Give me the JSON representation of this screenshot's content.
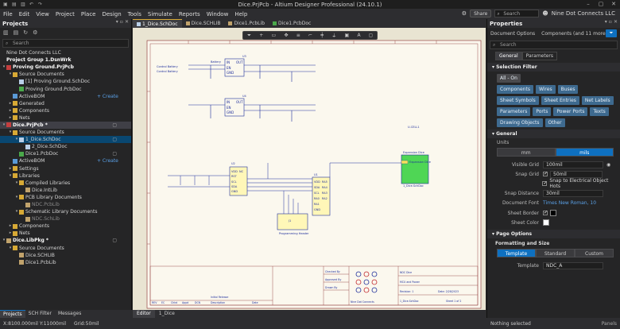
{
  "window": {
    "title": "Dice.PrjPcb - Altium Designer Professional (24.10.1)"
  },
  "menu": [
    "File",
    "Edit",
    "View",
    "Project",
    "Place",
    "Design",
    "Tools",
    "Simulate",
    "Reports",
    "Window",
    "Help"
  ],
  "topbar": {
    "share": "Share",
    "search": "Search",
    "org": "Nine Dot Connects LLC"
  },
  "projects": {
    "title": "Projects",
    "search_placeholder": "Search",
    "tree": [
      {
        "label": "Nine Dot Connects LLC",
        "level": 0,
        "icon": "",
        "tw": "",
        "style": ""
      },
      {
        "label": "Project Group 1.DsnWrk",
        "level": 0,
        "icon": "",
        "tw": "",
        "style": "bold"
      },
      {
        "label": "Proving Ground.PrjPcb",
        "level": 0,
        "icon": "proj",
        "tw": "▾",
        "style": "bold"
      },
      {
        "label": "Source Documents",
        "level": 1,
        "icon": "folder",
        "tw": "▾",
        "style": ""
      },
      {
        "label": "[1] Proving Ground.SchDoc",
        "level": 2,
        "icon": "doc",
        "tw": "",
        "style": ""
      },
      {
        "label": "Proving Ground.PcbDoc",
        "level": 2,
        "icon": "pcb",
        "tw": "",
        "style": ""
      },
      {
        "label": "ActiveBOM",
        "level": 1,
        "icon": "bom",
        "tw": "",
        "style": "",
        "create": "+ Create"
      },
      {
        "label": "Generated",
        "level": 1,
        "icon": "folder",
        "tw": "▸",
        "style": ""
      },
      {
        "label": "Components",
        "level": 1,
        "icon": "folder",
        "tw": "▸",
        "style": ""
      },
      {
        "label": "Nets",
        "level": 1,
        "icon": "folder",
        "tw": "▸",
        "style": ""
      },
      {
        "label": "Dice.PrjPcb *",
        "level": 0,
        "icon": "proj",
        "tw": "▾",
        "style": "bold sel",
        "marker": "▢"
      },
      {
        "label": "Source Documents",
        "level": 1,
        "icon": "folder",
        "tw": "▾",
        "style": ""
      },
      {
        "label": "1_Dice.SchDoc",
        "level": 2,
        "icon": "doc",
        "tw": "▾",
        "style": "hl",
        "marker": "▢"
      },
      {
        "label": "2_Dice.SchDoc",
        "level": 3,
        "icon": "doc",
        "tw": "",
        "style": ""
      },
      {
        "label": "Dice1.PcbDoc",
        "level": 2,
        "icon": "pcb",
        "tw": "",
        "style": "",
        "marker": "▢"
      },
      {
        "label": "ActiveBOM",
        "level": 1,
        "icon": "bom",
        "tw": "",
        "style": "",
        "create": "+ Create"
      },
      {
        "label": "Settings",
        "level": 1,
        "icon": "folder",
        "tw": "▸",
        "style": ""
      },
      {
        "label": "Libraries",
        "level": 1,
        "icon": "folder",
        "tw": "▾",
        "style": ""
      },
      {
        "label": "Compiled Libraries",
        "level": 2,
        "icon": "folder",
        "tw": "▾",
        "style": ""
      },
      {
        "label": "Dice.IntLib",
        "level": 3,
        "icon": "lib",
        "tw": "",
        "style": ""
      },
      {
        "label": "PCB Library Documents",
        "level": 2,
        "icon": "folder",
        "tw": "▾",
        "style": ""
      },
      {
        "label": "NDC.PcbLib",
        "level": 3,
        "icon": "lib",
        "tw": "",
        "style": "dim"
      },
      {
        "label": "Schematic Library Documents",
        "level": 2,
        "icon": "folder",
        "tw": "▾",
        "style": ""
      },
      {
        "label": "NDC.SchLib",
        "level": 3,
        "icon": "lib",
        "tw": "",
        "style": "dim"
      },
      {
        "label": "Components",
        "level": 1,
        "icon": "folder",
        "tw": "▸",
        "style": ""
      },
      {
        "label": "Nets",
        "level": 1,
        "icon": "folder",
        "tw": "▸",
        "style": ""
      },
      {
        "label": "Dice.LibPkg *",
        "level": 0,
        "icon": "lib",
        "tw": "▾",
        "style": "bold",
        "marker": "▢"
      },
      {
        "label": "Source Documents",
        "level": 1,
        "icon": "folder",
        "tw": "▾",
        "style": ""
      },
      {
        "label": "Dice.SCHLIB",
        "level": 2,
        "icon": "lib",
        "tw": "",
        "style": ""
      },
      {
        "label": "Dice1.PcbLib",
        "level": 2,
        "icon": "lib",
        "tw": "",
        "style": ""
      }
    ],
    "bottom_tabs": [
      "Projects",
      "SCH Filter",
      "Messages"
    ]
  },
  "doc_tabs": [
    "1_Dice.SchDoc",
    "Dice.SCHLIB",
    "Dice1.PcbLib",
    "Dice1.PcbDoc"
  ],
  "editor_tabs": [
    "Editor",
    "1_Dice"
  ],
  "schematic": {
    "labels": {
      "u3": "U3",
      "u4": "U4",
      "u2": "U2",
      "u1": "U1",
      "battery": "Battery",
      "ctrl1": "Control Battery",
      "ctrl2": "Control Battery",
      "prog_header": "Programming Header",
      "ucell": "U-CELL1",
      "expansion": "Expansion Dice",
      "sheet_name": "1_Dice.SchDoc",
      "sheet_title": "Expansion Dice",
      "j1": "J1",
      "title_block": {
        "project": "NDC Dice",
        "title": "MCU and Power",
        "file": "1_Dice.SchDoc",
        "company": "Nine Dot Connects",
        "revision": "Revision: 1",
        "date": "Date: 2/28/2023",
        "sheet": "Sheet 1 of 2",
        "initial": "Initial Release",
        "checkedby": "Checked By",
        "approvedby": "Approved By",
        "drawn": "Drawn By",
        "rev_cols": [
          "REV",
          "EC",
          "Chkd",
          "Appd",
          "DCN",
          "Description",
          "Date"
        ]
      }
    }
  },
  "properties": {
    "title": "Properties",
    "doc_options": "Document Options",
    "components": "Components (and 11 more)",
    "search": "Search",
    "tabs": [
      "General",
      "Parameters"
    ],
    "selection_filter": "Selection Filter",
    "filter_chips": [
      "All - On",
      "Components",
      "Wires",
      "Buses",
      "Sheet Symbols",
      "Sheet Entries",
      "Net Labels",
      "Parameters",
      "Ports",
      "Power Ports",
      "Texts",
      "Drawing Objects",
      "Other"
    ],
    "general": "General",
    "units_label": "Units",
    "units": [
      "mm",
      "mils"
    ],
    "visible_grid_label": "Visible Grid",
    "visible_grid": "100mil",
    "snap_grid_label": "Snap Grid",
    "snap_grid": "50mil",
    "snap_electrical": "Snap to Electrical Object Hots",
    "snap_distance_label": "Snap Distance",
    "snap_distance": "30mil",
    "doc_font_label": "Document Font",
    "doc_font": "Times New Roman, 10",
    "sheet_border_label": "Sheet Border",
    "sheet_color_label": "Sheet Color",
    "page_options": "Page Options",
    "format_size": "Formatting and Size",
    "format_tabs": [
      "Template",
      "Standard",
      "Custom"
    ],
    "template_label": "Template",
    "template_value": "NDC_A"
  },
  "status": {
    "coords": "X:8100.000mil Y:11000mil",
    "grid": "Grid:50mil",
    "selected": "Nothing selected",
    "panels": "Panels"
  }
}
